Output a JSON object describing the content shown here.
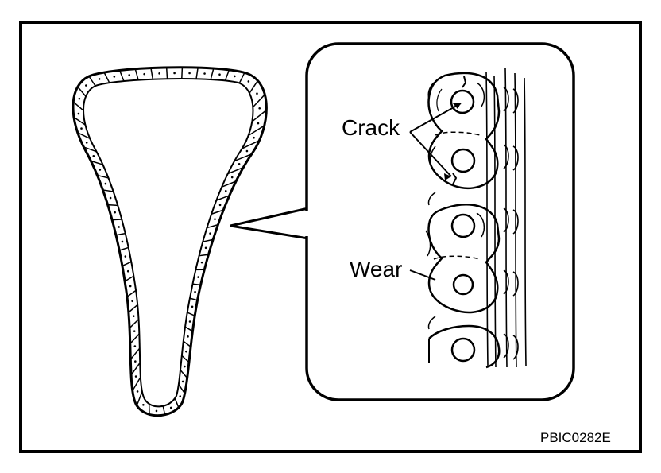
{
  "diagram": {
    "labels": {
      "crack": "Crack",
      "wear": "Wear"
    },
    "figure_code": "PBIC0282E",
    "colors": {
      "ink": "#000000",
      "paper": "#ffffff"
    }
  }
}
